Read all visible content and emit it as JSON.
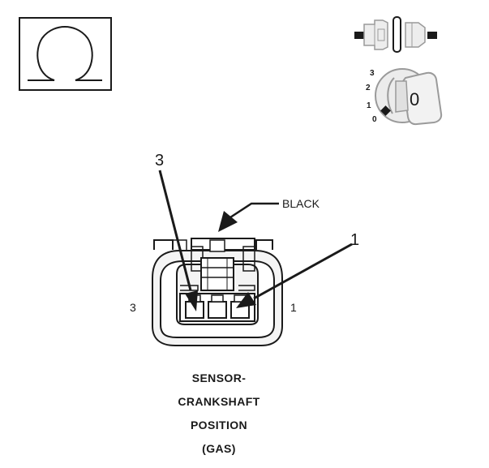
{
  "meter_symbol": {
    "icon": "ohmmeter-icon",
    "glyph": "Ω"
  },
  "ignition": {
    "icons": [
      "connector-disconnected-icon",
      "ignition-key-icon"
    ],
    "positions": [
      "3",
      "2",
      "1",
      "0"
    ],
    "key_label": "0",
    "selected_position": "0"
  },
  "connector": {
    "color_label": "BLACK",
    "pin_callouts": {
      "left_number": "3",
      "right_number": "1"
    },
    "side_labels": {
      "left": "3",
      "right": "1"
    },
    "pin_count": 3
  },
  "caption": {
    "lines": [
      "SENSOR-",
      "CRANKSHAFT",
      "POSITION",
      "(GAS)"
    ]
  },
  "colors": {
    "line": "#1a1a1a",
    "background": "#ffffff",
    "connector_body": "#f4f4f4"
  }
}
